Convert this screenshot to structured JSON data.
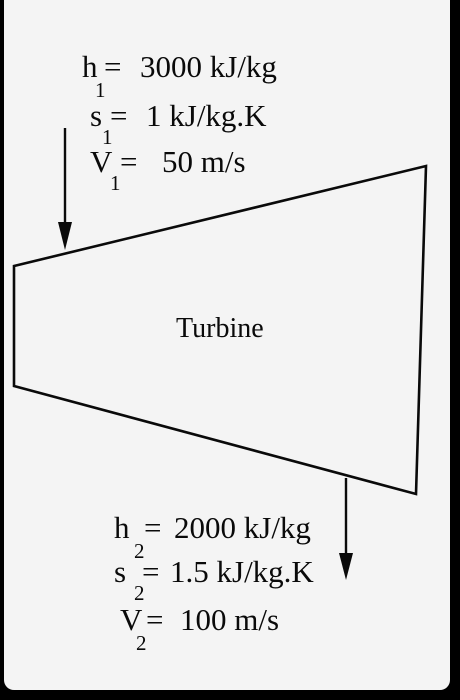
{
  "colors": {
    "background": "#000000",
    "paper": "#f4f4f4",
    "ink": "#0a0a0a"
  },
  "turbine": {
    "label": "Turbine"
  },
  "inlet": {
    "enthalpy": {
      "symbol": "h",
      "subscript": "1",
      "equals": "=",
      "value": "3000 kJ/kg"
    },
    "entropy": {
      "symbol": "s",
      "subscript": "1",
      "equals": "=",
      "value": "1 kJ/kg.K"
    },
    "velocity": {
      "symbol": "V",
      "subscript": "1",
      "equals": "=",
      "value": "50 m/s"
    }
  },
  "outlet": {
    "enthalpy": {
      "symbol": "h",
      "subscript": "2",
      "equals": "=",
      "value": "2000 kJ/kg"
    },
    "entropy": {
      "symbol": "s",
      "subscript": "2",
      "equals": "=",
      "value": "1.5 kJ/kg.K"
    },
    "velocity": {
      "symbol": "V",
      "subscript": "2",
      "equals": "=",
      "value": "100 m/s"
    }
  }
}
